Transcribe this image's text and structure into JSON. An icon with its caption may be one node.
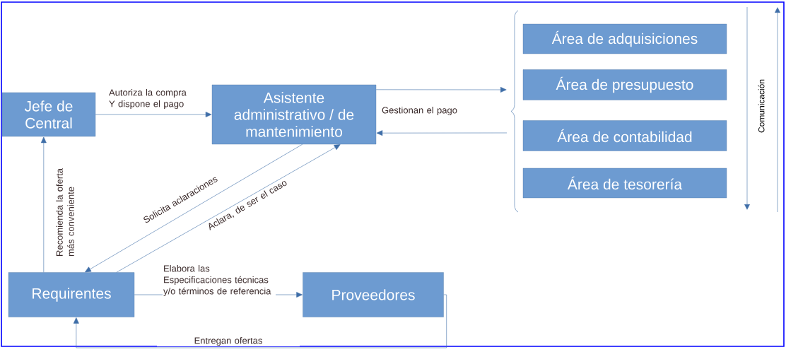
{
  "diagram": {
    "nodes": [
      {
        "text": [
          "Jefe de Central"
        ]
      },
      {
        "text": [
          "Asistente administrativo / de mantenimiento"
        ]
      },
      {
        "text": [
          "Área de adquisiciones"
        ]
      },
      {
        "text": [
          "Área de presupuesto"
        ]
      },
      {
        "text": [
          "Área de contabilidad"
        ]
      },
      {
        "text": [
          "Área de tesorería"
        ]
      },
      {
        "text": [
          "Requirentes"
        ]
      },
      {
        "text": [
          "Proveedores"
        ]
      }
    ],
    "edges": [
      {
        "from": 0,
        "to": 1,
        "arrow": "to",
        "label": "Autoriza la compra Y dispone el pago"
      },
      {
        "from": 1,
        "to": null,
        "arrow": "to"
      },
      {
        "from": null,
        "to": 1,
        "arrow": "to",
        "label": "Gestionan el pago"
      },
      {
        "from": 1,
        "to": 6,
        "arrow": "to",
        "label": "Solicita aclaraciones"
      },
      {
        "from": 6,
        "to": 1,
        "arrow": "to",
        "label": "Aclara, de ser el caso"
      },
      {
        "from": 6,
        "to": 0,
        "arrow": "to",
        "label": "Recomienda la oferta más conveniente"
      },
      {
        "from": 6,
        "to": 7,
        "arrow": "to",
        "label": "Elabora las Especificaciones técnicas y/o términos de referencia"
      },
      {
        "from": 7,
        "to": 6,
        "arrow": "to",
        "label": "Entregan ofertas"
      }
    ],
    "labels": [
      "Comunicación"
    ]
  }
}
